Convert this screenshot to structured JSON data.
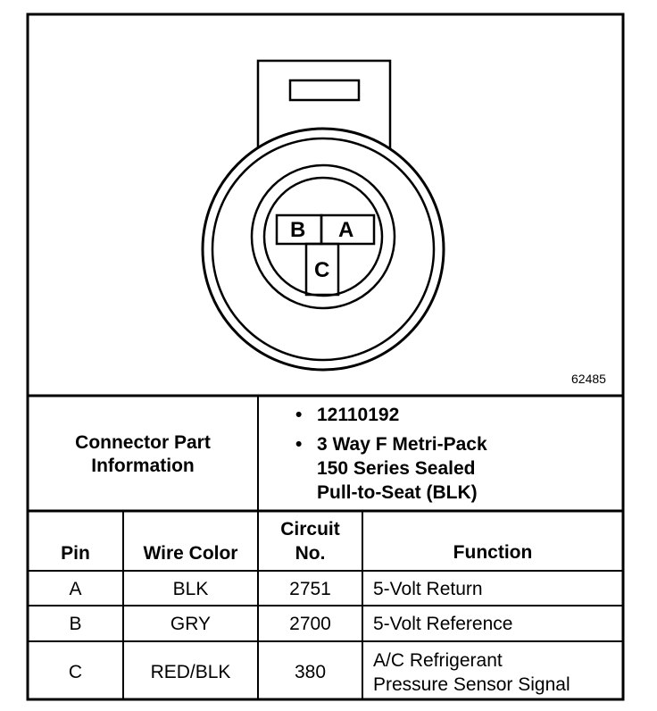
{
  "diagram": {
    "figure_number": "62485",
    "cavity_labels": {
      "a": "A",
      "b": "B",
      "c": "C"
    }
  },
  "connector_info": {
    "label_line1": "Connector Part",
    "label_line2": "Information",
    "items": [
      {
        "bullet": "•",
        "lines": [
          "12110192"
        ]
      },
      {
        "bullet": "•",
        "lines": [
          "3 Way F Metri-Pack",
          "150 Series Sealed",
          "Pull-to-Seat (BLK)"
        ]
      }
    ]
  },
  "table": {
    "headers": {
      "pin": "Pin",
      "wire_color": "Wire Color",
      "circuit_line1": "Circuit",
      "circuit_line2": "No.",
      "function": "Function"
    },
    "rows": [
      {
        "pin": "A",
        "wire_color": "BLK",
        "circuit": "2751",
        "function": [
          "5-Volt Return"
        ]
      },
      {
        "pin": "B",
        "wire_color": "GRY",
        "circuit": "2700",
        "function": [
          "5-Volt Reference"
        ]
      },
      {
        "pin": "C",
        "wire_color": "RED/BLK",
        "circuit": "380",
        "function": [
          "A/C Refrigerant",
          "Pressure Sensor Signal"
        ]
      }
    ]
  }
}
